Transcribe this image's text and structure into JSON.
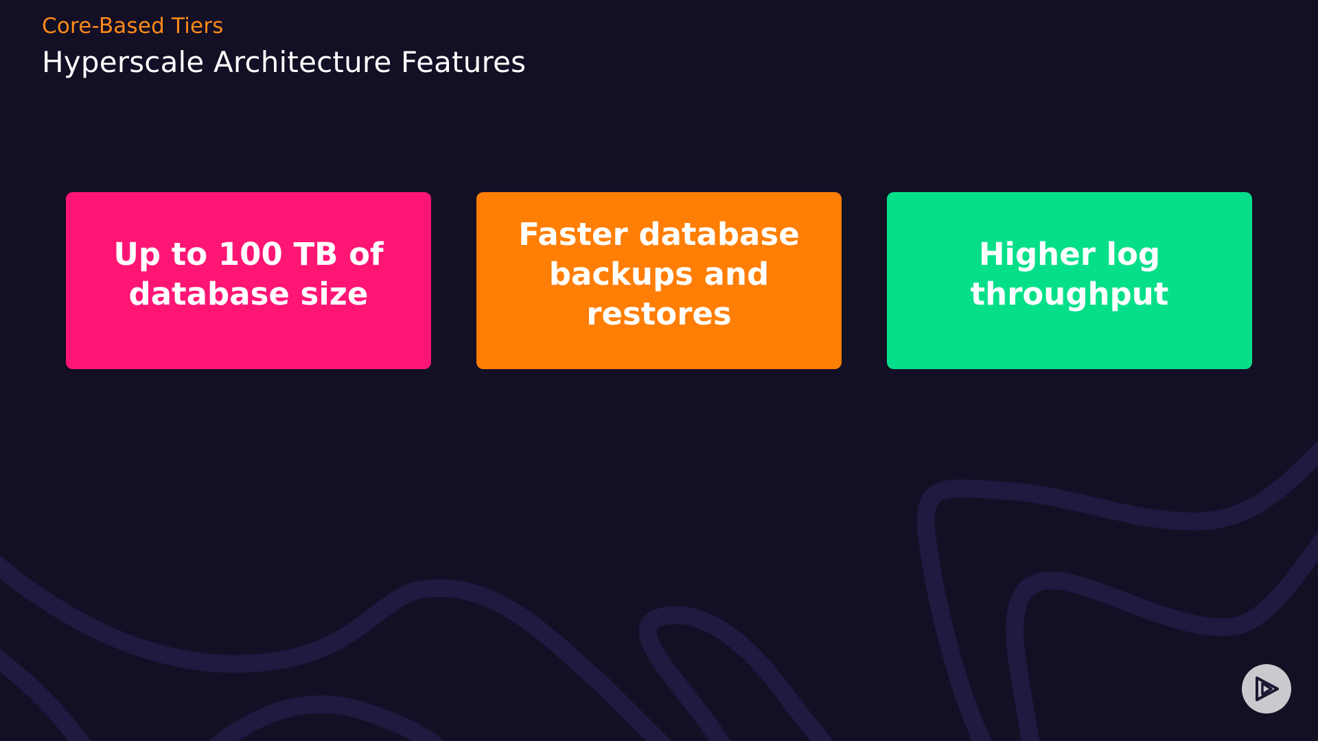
{
  "header": {
    "subtitle": "Core-Based Tiers",
    "title": "Hyperscale Architecture Features"
  },
  "colors": {
    "background": "#130f25",
    "accent_orange_text": "#ff8a1a",
    "card_pink": "#ff1675",
    "card_orange": "#ff7e05",
    "card_green": "#06df8a",
    "curves": "#1e1a40",
    "play_button": "#c9c9ce"
  },
  "cards": [
    {
      "line1": "Up to 100 TB of",
      "line2": "database size",
      "color": "#ff1675"
    },
    {
      "line1": "Faster database",
      "line2": "backups and restores",
      "color": "#ff7e05"
    },
    {
      "line1": "Higher log",
      "line2": "throughput",
      "color": "#06df8a"
    }
  ],
  "icons": {
    "play": "play-logo-icon"
  }
}
